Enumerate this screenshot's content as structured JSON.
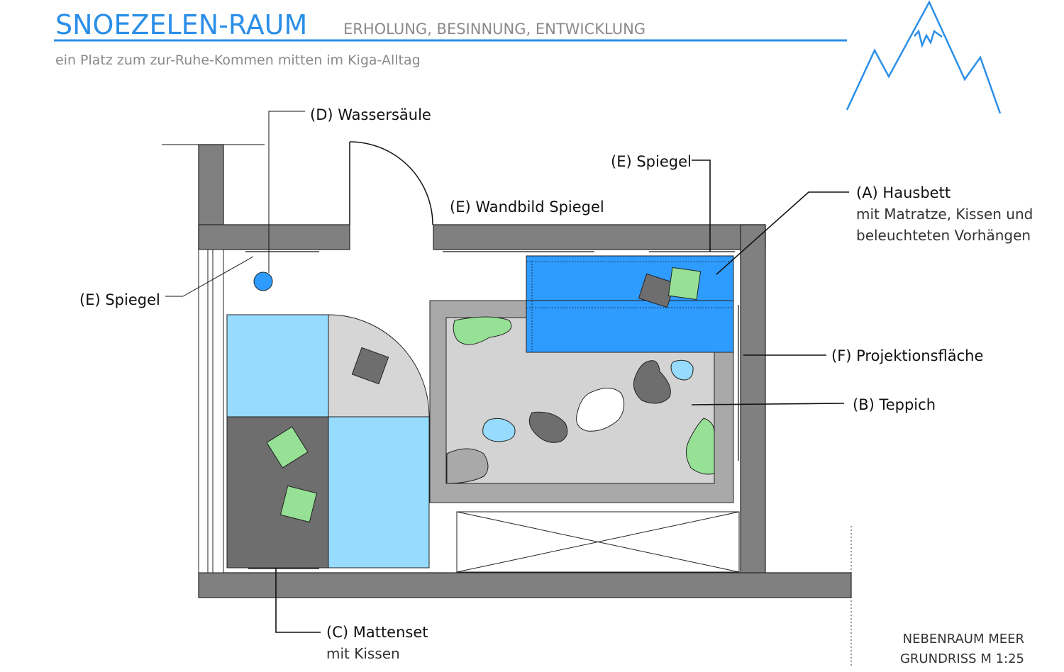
{
  "header": {
    "title": "SNOEZELEN-RAUM",
    "subtitle": "ERHOLUNG, BESINNUNG, ENTWICKLUNG",
    "tagline": "ein Platz zum zur-Ruhe-Kommen mitten im Kiga-Alltag"
  },
  "labels": {
    "wassersaeule": "(D) Wassersäule",
    "spiegel_top": "(E) Spiegel",
    "wandbild": "(E) Wandbild Spiegel",
    "spiegel_left": "(E) Spiegel",
    "hausbett_title": "(A) Hausbett",
    "hausbett_line1": "mit Matratze, Kissen und",
    "hausbett_line2": "beleuchteten Vorhängen",
    "projektion": "(F) Projektionsfläche",
    "teppich": "(B) Teppich",
    "mattenset_title": "(C) Mattenset",
    "mattenset_sub": "mit Kissen"
  },
  "footer": {
    "line1": "NEBENRAUM MEER",
    "line2": "GRUNDRISS M 1:25"
  },
  "colors": {
    "brand": "#2b8fe8",
    "wall": "#808080",
    "bed": "#2e9bff",
    "mat_light_blue": "#97dcff",
    "mat_light_grey": "#d6d6d6",
    "mat_dark_grey": "#6e6e6e",
    "rug": "#d3d3d3",
    "rug_border": "#a9a9a9",
    "green": "#96e196"
  },
  "icons": [
    "mountain-logo-icon"
  ]
}
